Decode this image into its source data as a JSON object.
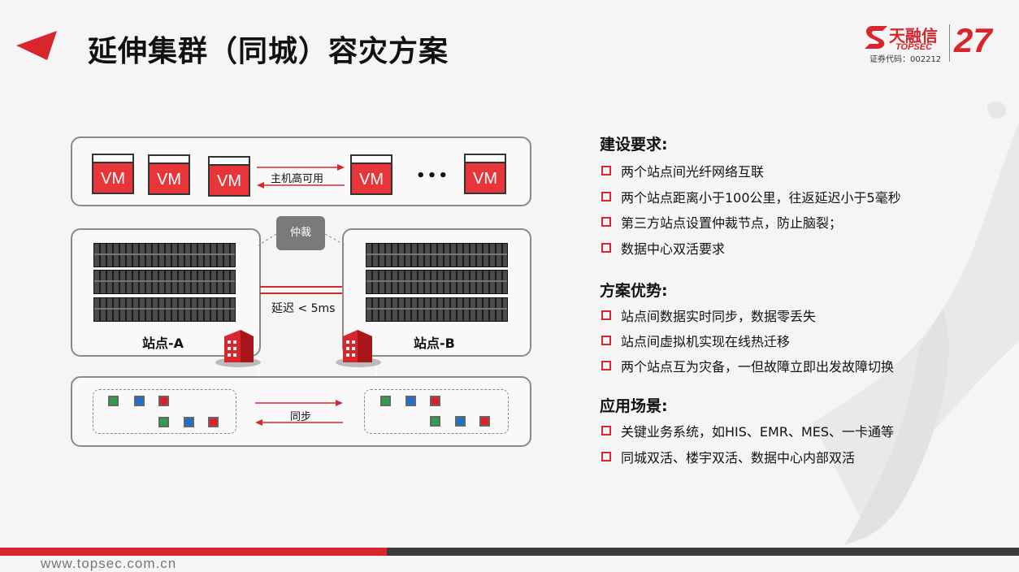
{
  "title": "延伸集群（同城）容灾方案",
  "logo": {
    "brand": "天融信",
    "brand_en": "TOPSEC",
    "stock_code": "证券代码：002212",
    "anniversary": "27"
  },
  "diagram": {
    "vm_label": "VM",
    "ha_label": "主机高可用",
    "ellipsis": "• • •",
    "arbiter_label": "仲裁",
    "latency_label": "延迟 < 5ms",
    "site_a": "站点-A",
    "site_b": "站点-B",
    "sync_label": "同步"
  },
  "sections": [
    {
      "title": "建设要求:",
      "items": [
        "两个站点间光纤网络互联",
        "两个站点距离小于100公里，往返延迟小于5毫秒",
        "第三方站点设置仲裁节点，防止脑裂；",
        "数据中心双活要求"
      ]
    },
    {
      "title": "方案优势:",
      "items": [
        "站点间数据实时同步，数据零丢失",
        "站点间虚拟机实现在线热迁移",
        "两个站点互为灾备，一但故障立即出发故障切换"
      ]
    },
    {
      "title": "应用场景:",
      "items": [
        "关键业务系统，如HIS、EMR、MES、一卡通等",
        "同城双活、楼宇双活、数据中心内部双活"
      ]
    }
  ],
  "footer_url": "www.topsec.com.cn",
  "colors": {
    "accent": "#d9262c",
    "dark_bar": "#3c3c3c",
    "vm_red": "#e8353a"
  },
  "block_colors": [
    "#2aa14a",
    "#1f6fd1",
    "#e21e26"
  ]
}
